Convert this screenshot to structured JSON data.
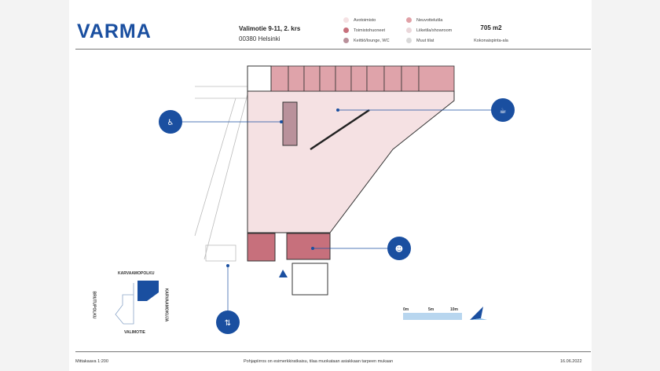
{
  "brand": "VARMA",
  "address": {
    "line1": "Valimotie 9-11, 2. krs",
    "line2": "00380 Helsinki"
  },
  "legend": [
    {
      "label": "Avotoimisto",
      "color": "#f5e1e3"
    },
    {
      "label": "Toimistohuoneet",
      "color": "#c7707c"
    },
    {
      "label": "Keittiö/lounge, WC",
      "color": "#b9919b"
    },
    {
      "label": "Neuvottelutila",
      "color": "#e0a0a6"
    },
    {
      "label": "Liiketila/showroom",
      "color": "#ead7da"
    },
    {
      "label": "Muut tilat",
      "color": "#d9d9d9"
    }
  ],
  "area": {
    "value": "705 m2",
    "label": "Kokonaispinta-ala"
  },
  "key_map": {
    "north": "KARVAAMOPOLKU",
    "south": "VALIMOTIE",
    "west": "BRUTUPOLKU",
    "east": "KARVAAMOKUJA"
  },
  "scale_bar": {
    "ticks": [
      "0m",
      "5m",
      "10m"
    ]
  },
  "icons": [
    "toilet-icon",
    "coffee-icon",
    "meeting-icon",
    "elevator-icon"
  ],
  "footer": {
    "scale": "Mittakaava 1:200",
    "note": "Pohjapiirros on esimerkkiratkaisu, tilaa muokataan asiakkaan tarpeen mukaan",
    "date": "16.06.2022"
  },
  "accent": "#1a4fa0"
}
